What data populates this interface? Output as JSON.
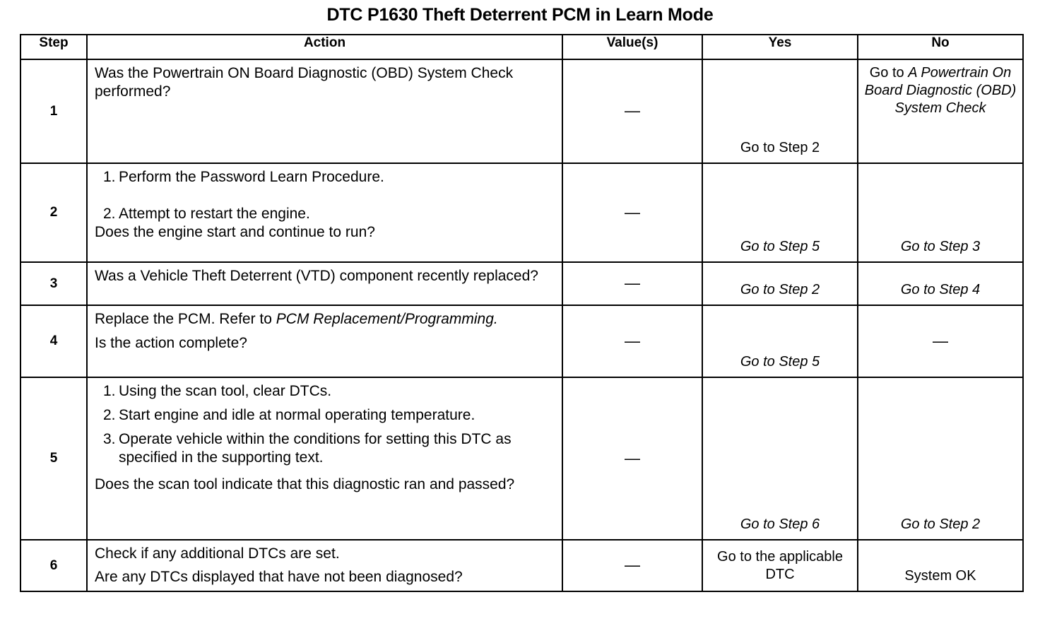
{
  "document": {
    "title": "DTC P1630 Theft Deterrent PCM in Learn Mode"
  },
  "table": {
    "headers": {
      "step": "Step",
      "action": "Action",
      "values": "Value(s)",
      "yes": "Yes",
      "no": "No"
    },
    "dash": "—",
    "rows": [
      {
        "step": "1",
        "action": {
          "question": "Was the Powertrain ON Board Diagnostic (OBD) System Check performed?"
        },
        "value": "—",
        "yes": {
          "prefix": "Go to Step 2",
          "italic_tail": ""
        },
        "no": {
          "prefix": "Go to ",
          "italic_tail": "A Powertrain On Board Diagnostic (OBD) System Check"
        }
      },
      {
        "step": "2",
        "action": {
          "steps": [
            {
              "num": "1.",
              "text": "Perform the Password Learn Procedure."
            },
            {
              "num": "2.",
              "text": "Attempt to restart the engine."
            }
          ],
          "question": "Does the engine start and continue to run?"
        },
        "value": "—",
        "yes": {
          "prefix": "Go to Step 5",
          "italic_tail": ""
        },
        "no": {
          "prefix": "Go to Step 3",
          "italic_tail": ""
        }
      },
      {
        "step": "3",
        "action": {
          "question": "Was a Vehicle Theft Deterrent (VTD) component recently replaced?"
        },
        "value": "—",
        "yes": {
          "prefix": "Go to Step 2",
          "italic_tail": ""
        },
        "no": {
          "prefix": "Go to Step 4",
          "italic_tail": ""
        }
      },
      {
        "step": "4",
        "action": {
          "lead_plain": "Replace the PCM. Refer to ",
          "lead_italic": "PCM Replacement/Programming.",
          "question": "Is the action complete?"
        },
        "value": "—",
        "yes": {
          "prefix": "Go to Step 5",
          "italic_tail": ""
        },
        "no": {
          "prefix": "—",
          "italic_tail": ""
        }
      },
      {
        "step": "5",
        "action": {
          "steps": [
            {
              "num": "1.",
              "text": "Using the scan tool, clear DTCs."
            },
            {
              "num": "2.",
              "text": "Start engine and idle at normal operating temperature."
            },
            {
              "num": "3.",
              "text": "Operate vehicle within the conditions for setting this DTC as specified in the supporting text."
            }
          ],
          "question": "Does the scan tool indicate that this diagnostic ran and passed?"
        },
        "value": "—",
        "yes": {
          "prefix": "Go to Step 6",
          "italic_tail": ""
        },
        "no": {
          "prefix": "Go to Step 2",
          "italic_tail": ""
        }
      },
      {
        "step": "6",
        "action": {
          "line1": "Check if any additional DTCs are set.",
          "question": "Are any DTCs displayed that have not been diagnosed?"
        },
        "value": "—",
        "yes": {
          "prefix": "Go to the applicable DTC",
          "italic_tail": ""
        },
        "no": {
          "prefix": "System OK",
          "italic_tail": ""
        }
      }
    ]
  }
}
